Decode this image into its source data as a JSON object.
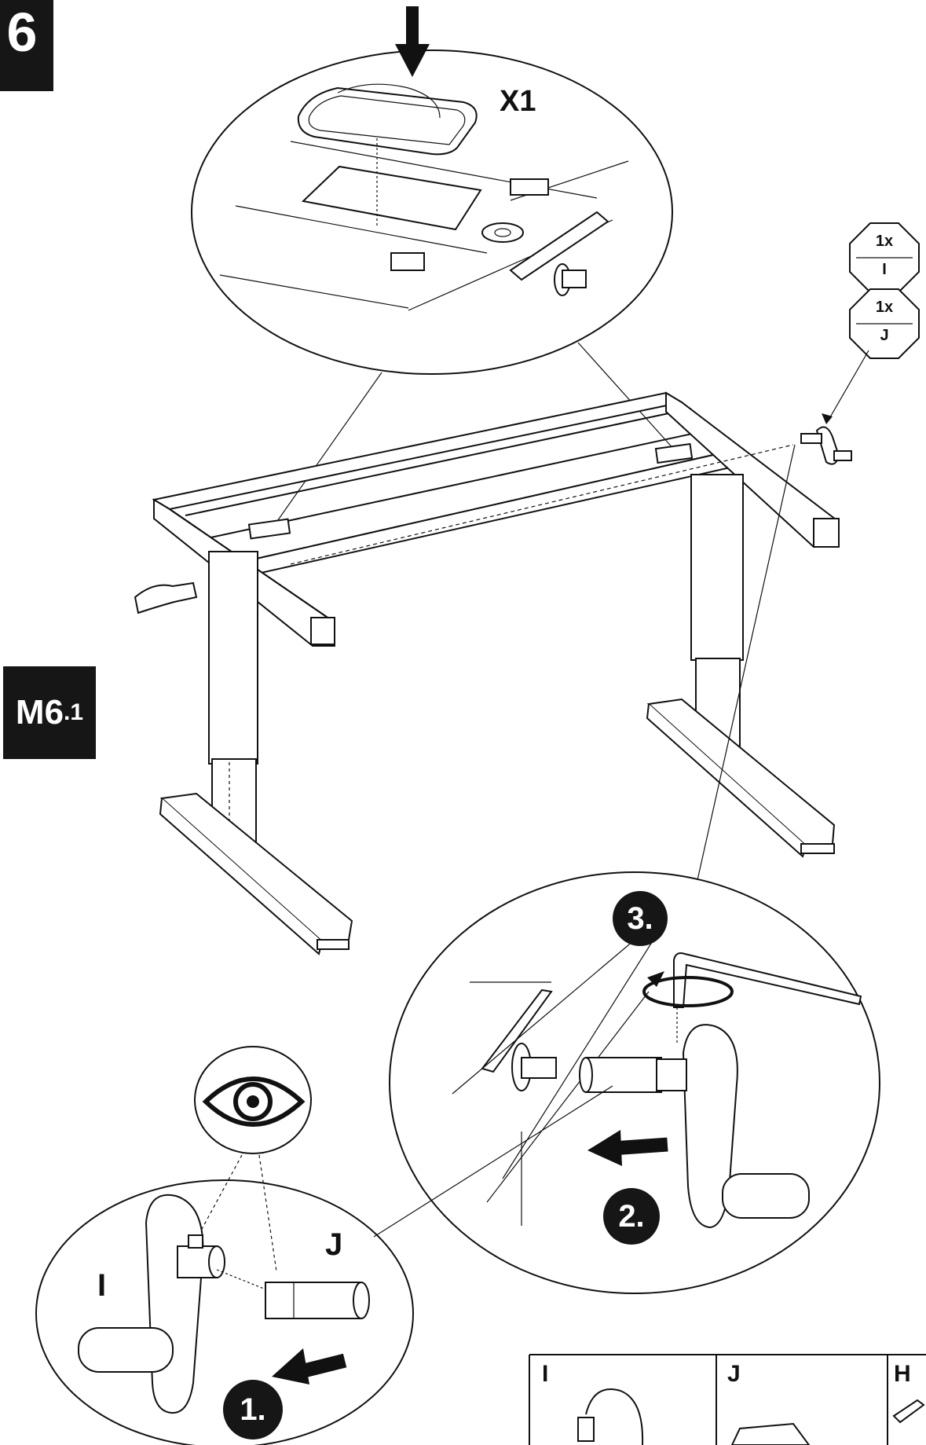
{
  "step": {
    "number": "6"
  },
  "module": {
    "main": "M6",
    "sub": ".1"
  },
  "detail_top": {
    "quantity_label": "X1"
  },
  "parts_badge": [
    {
      "qty": "1x",
      "part": "I"
    },
    {
      "qty": "1x",
      "part": "J"
    }
  ],
  "detail_bottom_left": {
    "part_i": "I",
    "part_j": "J",
    "step_1": "1."
  },
  "detail_bottom_right": {
    "step_2": "2.",
    "step_3": "3."
  },
  "parts_table": {
    "columns": [
      "I",
      "J",
      "H"
    ]
  },
  "icons": {
    "eye": "eye-icon",
    "arrow_down": "arrow-down-icon",
    "rotate": "rotate-arrow-icon",
    "push_arrow": "arrow-left-icon"
  }
}
